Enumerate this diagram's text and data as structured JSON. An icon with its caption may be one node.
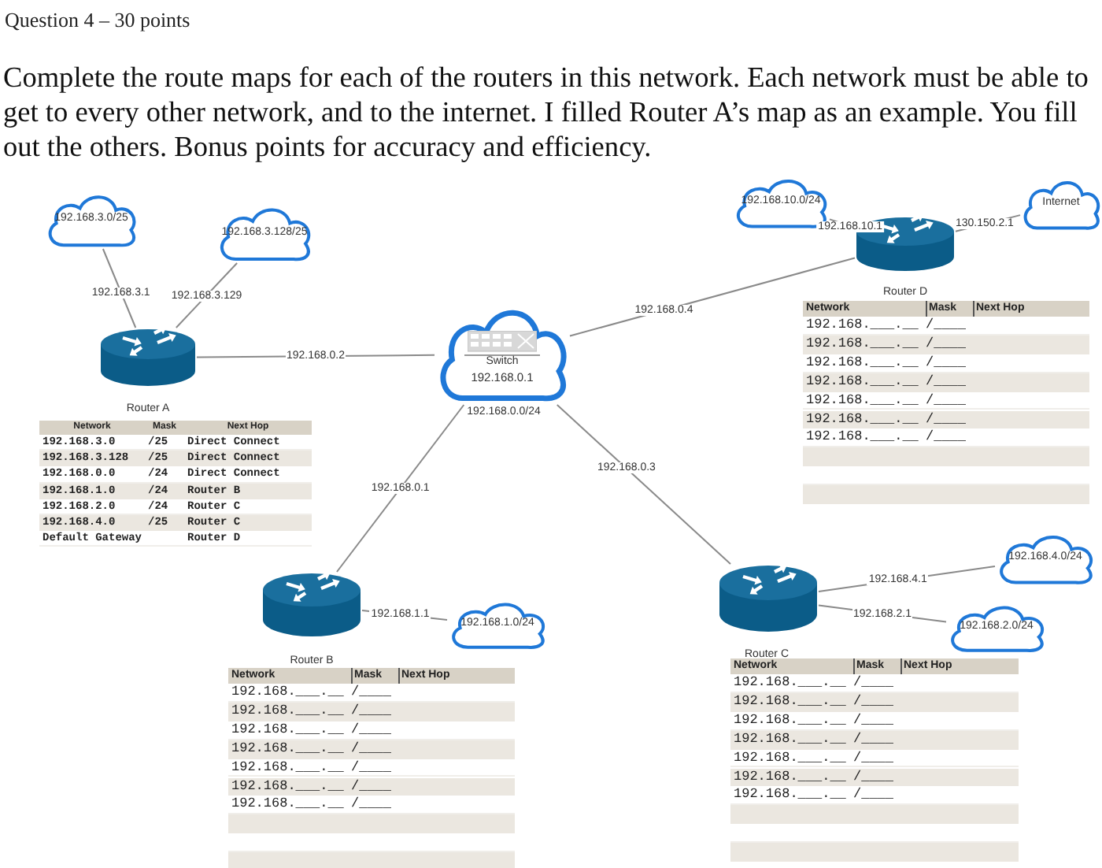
{
  "diagram": {
    "title": "Question 4 – 30 points",
    "nodes": [
      {
        "text": [
          "192.168.3.0/25"
        ]
      },
      {
        "text": [
          "192.168.3.128/25"
        ]
      },
      {
        "text": [
          "192.168.10.0/24"
        ]
      },
      {
        "text": [
          "Internet"
        ]
      },
      {
        "text": [],
        "shape": "picture",
        "beside": [
          "Router A"
        ]
      },
      {
        "text": [
          "Switch",
          "192.168.0.1"
        ],
        "beside": [
          "192.168.0.0/24"
        ]
      },
      {
        "text": [],
        "shape": "picture",
        "beside": [
          "Router D"
        ]
      },
      {
        "text": [],
        "shape": "picture",
        "beside": [
          "Router B"
        ]
      },
      {
        "text": [
          "192.168.1.0/24"
        ]
      },
      {
        "text": [],
        "shape": "picture",
        "beside": [
          "Router C"
        ]
      },
      {
        "text": [
          "192.168.4.0/24"
        ]
      },
      {
        "text": [
          "192.168.2.0/24"
        ]
      }
    ],
    "edges": [
      {
        "from": 0,
        "to": 4,
        "arrow": "none",
        "label": "192.168.3.1"
      },
      {
        "from": 1,
        "to": 4,
        "arrow": "none",
        "label": "192.168.3.129"
      },
      {
        "from": 4,
        "to": 5,
        "arrow": "none",
        "label": "192.168.0.2"
      },
      {
        "from": 5,
        "to": 6,
        "arrow": "none",
        "label": "192.168.0.4"
      },
      {
        "from": 2,
        "to": 6,
        "arrow": "none",
        "label": "192.168.10.1"
      },
      {
        "from": 6,
        "to": 3,
        "arrow": "none",
        "label": "130.150.2.1"
      },
      {
        "from": 5,
        "to": 7,
        "arrow": "none",
        "label": "192.168.0.1"
      },
      {
        "from": 5,
        "to": 9,
        "arrow": "none",
        "label": "192.168.0.3"
      },
      {
        "from": 7,
        "to": 8,
        "arrow": "none",
        "label": "192.168.1.1"
      },
      {
        "from": 9,
        "to": 10,
        "arrow": "none",
        "label": "192.168.4.1"
      },
      {
        "from": 9,
        "to": 11,
        "arrow": "none",
        "label": "192.168.2.1"
      }
    ],
    "labels": [
      "Complete the route maps for each of the routers in this network.  Each network must be able to get to every other network, and to the internet.  I filled Router A’s map as an example.  You fill out the others. Bonus points for accuracy and efficiency.",
      "Network",
      "Mask",
      "Next Hop",
      "192.168.3.0",
      "/25",
      "Direct Connect",
      "192.168.3.128",
      "/25",
      "Direct Connect",
      "192.168.0.0",
      "/24",
      "Direct Connect",
      "192.168.1.0",
      "/24",
      "Router B",
      "192.168.2.0",
      "/24",
      "Router C",
      "192.168.4.0",
      "/25",
      "Router C",
      "Default Gateway",
      "Router D",
      "Network",
      "Mask",
      "Next Hop",
      "192.168.___.__",
      "/____",
      "192.168.___.__",
      "/____",
      "192.168.___.__",
      "/____",
      "192.168.___.__",
      "/____",
      "192.168.___.__",
      "/____",
      "192.168.___.__",
      "/____",
      "192.168.___.__",
      "/____",
      "Network",
      "Mask",
      "Next Hop",
      "192.168.___.__",
      "/____",
      "192.168.___.__",
      "/____",
      "192.168.___.__",
      "/____",
      "192.168.___.__",
      "/____",
      "192.168.___.__",
      "/____",
      "192.168.___.__",
      "/____",
      "192.168.___.__",
      "/____",
      "Network",
      "Mask",
      "Next Hop",
      "192.168.___.__",
      "/____",
      "192.168.___.__",
      "/____",
      "192.168.___.__",
      "/____",
      "192.168.___.__",
      "/____",
      "192.168.___.__",
      "/____",
      "192.168.___.__",
      "/____",
      "192.168.___.__",
      "/____"
    ]
  }
}
